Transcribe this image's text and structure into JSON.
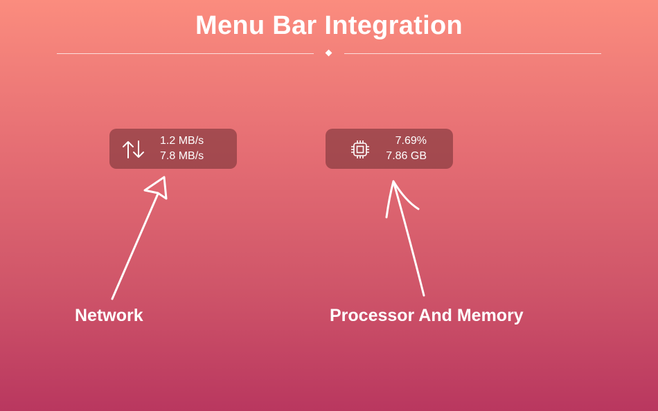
{
  "header": {
    "title": "Menu Bar Integration"
  },
  "network": {
    "icon": "arrows-up-down-icon",
    "upload": "1.2 MB/s",
    "download": "7.8 MB/s",
    "caption": "Network"
  },
  "system": {
    "icon": "cpu-chip-icon",
    "cpu": "7.69%",
    "memory": "7.86 GB",
    "caption": "Processor And Memory"
  }
}
